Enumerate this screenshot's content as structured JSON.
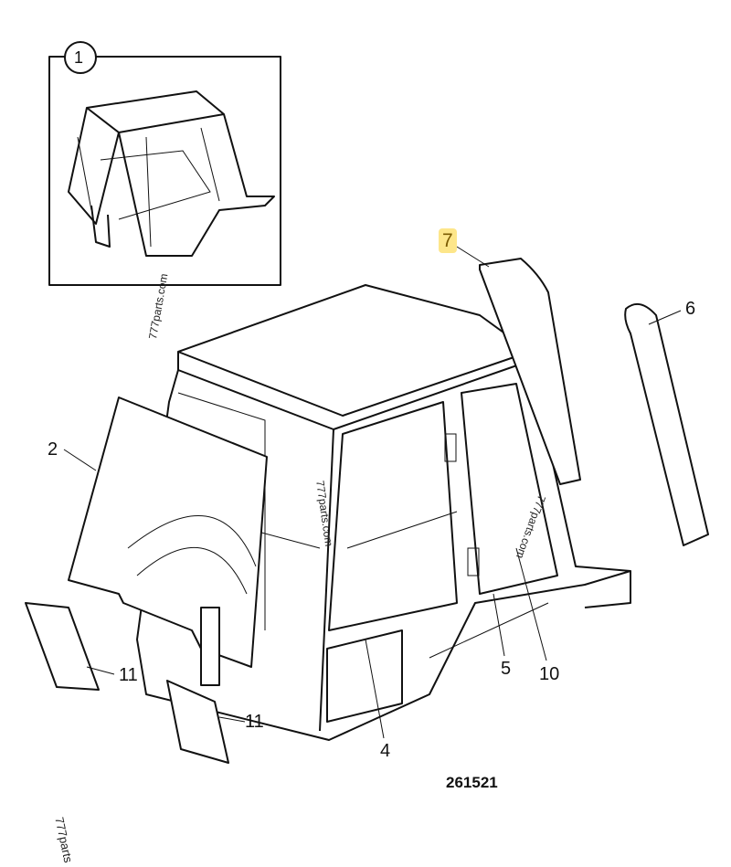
{
  "diagram": {
    "drawing_number": "261521",
    "callouts": [
      {
        "id": "1",
        "label": "1"
      },
      {
        "id": "2",
        "label": "2"
      },
      {
        "id": "4",
        "label": "4"
      },
      {
        "id": "5",
        "label": "5"
      },
      {
        "id": "6",
        "label": "6"
      },
      {
        "id": "7",
        "label": "7",
        "highlighted": true
      },
      {
        "id": "10",
        "label": "10"
      },
      {
        "id": "11a",
        "label": "11"
      },
      {
        "id": "11b",
        "label": "11"
      }
    ],
    "watermarks": [
      "777parts.com",
      "777parts.com",
      "777parts.com",
      "777parts"
    ],
    "highlight_color": "#fde68a"
  }
}
